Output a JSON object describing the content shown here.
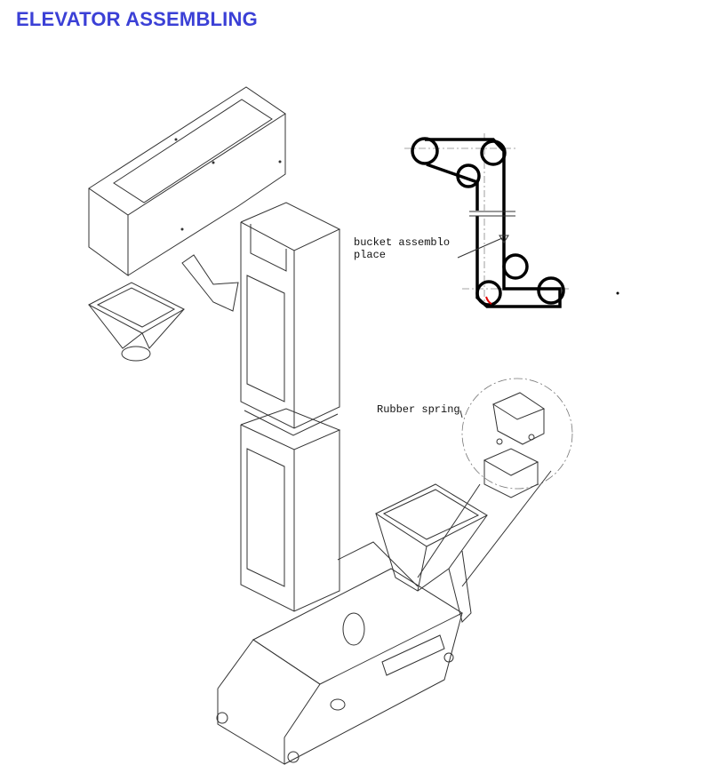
{
  "title": "ELEVATOR ASSEMBLING",
  "labels": {
    "bucket_line1": "bucket assemblo",
    "bucket_line2": "place",
    "rubber_spring": "Rubber spring"
  }
}
